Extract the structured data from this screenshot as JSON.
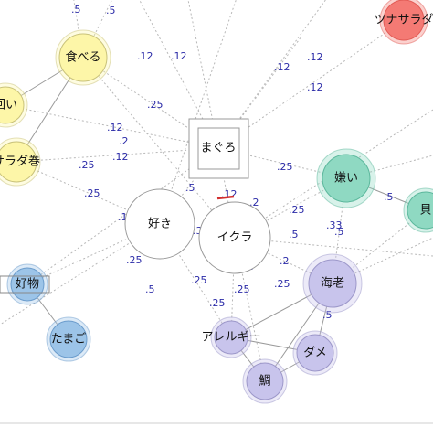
{
  "nodes": [
    {
      "id": "tsuna",
      "label": "ツナサラダ",
      "fill": "#f47a74",
      "stroke": "#e25b55"
    },
    {
      "id": "taberu",
      "label": "食べる",
      "fill": "#fdf6a8",
      "stroke": "#c9c27a"
    },
    {
      "id": "mawai",
      "label": "回い",
      "fill": "#fdf6a8",
      "stroke": "#c9c27a"
    },
    {
      "id": "saradamaki",
      "label": "サラダ巻",
      "fill": "#fdf6a8",
      "stroke": "#c9c27a"
    },
    {
      "id": "maguro",
      "label": "まぐろ",
      "fill": "#ffffff",
      "stroke": "#999999"
    },
    {
      "id": "kirai",
      "label": "嫌い",
      "fill": "#8fd9c2",
      "stroke": "#5bb79c"
    },
    {
      "id": "kai",
      "label": "貝",
      "fill": "#8fd9c2",
      "stroke": "#5bb79c"
    },
    {
      "id": "suki",
      "label": "好き",
      "fill": "#ffffff",
      "stroke": "#999999"
    },
    {
      "id": "ikura",
      "label": "イクラ",
      "fill": "#ffffff",
      "stroke": "#999999"
    },
    {
      "id": "koubutsu",
      "label": "好物",
      "fill": "#9cc4e8",
      "stroke": "#6b9ccc"
    },
    {
      "id": "tamago",
      "label": "たまご",
      "fill": "#9cc4e8",
      "stroke": "#6b9ccc"
    },
    {
      "id": "ebi",
      "label": "海老",
      "fill": "#c8c4ec",
      "stroke": "#9c97c9"
    },
    {
      "id": "allergy",
      "label": "アレルギー",
      "fill": "#c8c4ec",
      "stroke": "#9c97c9"
    },
    {
      "id": "dame",
      "label": "ダメ",
      "fill": "#c8c4ec",
      "stroke": "#9c97c9"
    },
    {
      "id": "tai",
      "label": "鯛",
      "fill": "#c8c4ec",
      "stroke": "#9c97c9"
    }
  ],
  "edges": [
    {
      "from": "taberu",
      "to": "mawai",
      "style": "solid",
      "label": ".5"
    },
    {
      "from": "taberu",
      "to": "saradamaki",
      "style": "solid",
      "label": ".5"
    },
    {
      "from": "koubutsu",
      "to": "tamago",
      "style": "solid",
      "label": ""
    },
    {
      "from": "ebi",
      "to": "allergy",
      "style": "solid",
      "label": ".5"
    },
    {
      "from": "ebi",
      "to": "dame",
      "style": "solid",
      "label": ".5"
    },
    {
      "from": "ebi",
      "to": "tai",
      "style": "solid",
      "label": ".5"
    },
    {
      "from": "allergy",
      "to": "dame",
      "style": "solid",
      "label": ""
    },
    {
      "from": "allergy",
      "to": "tai",
      "style": "solid",
      "label": ""
    },
    {
      "from": "dame",
      "to": "tai",
      "style": "solid",
      "label": ""
    },
    {
      "from": "kirai",
      "to": "kai",
      "style": "solid",
      "label": ".5"
    },
    {
      "from": "taberu",
      "to": "maguro",
      "style": "dotted",
      "label": ".12"
    },
    {
      "from": "maguro",
      "to": "tsuna",
      "style": "dotted",
      "label": ".12"
    },
    {
      "from": "maguro",
      "to": "kirai",
      "style": "dotted",
      "label": ".25"
    },
    {
      "from": "maguro",
      "to": "suki",
      "style": "dotted",
      "label": ".5"
    },
    {
      "from": "maguro",
      "to": "ikura",
      "style": "dotted",
      "label": ".5"
    },
    {
      "from": "suki",
      "to": "saradamaki",
      "style": "dotted",
      "label": ".25"
    },
    {
      "from": "suki",
      "to": "koubutsu",
      "style": "dotted",
      "label": ".25"
    },
    {
      "from": "suki",
      "to": "allergy",
      "style": "dotted",
      "label": ".25"
    },
    {
      "from": "ikura",
      "to": "ebi",
      "style": "dotted",
      "label": ".25"
    },
    {
      "from": "ikura",
      "to": "kirai",
      "style": "dotted",
      "label": ".25"
    },
    {
      "from": "ikura",
      "to": "tai",
      "style": "dotted",
      "label": ".25"
    },
    {
      "from": "ikura",
      "to": "allergy",
      "style": "dotted",
      "label": ".33"
    },
    {
      "from": "kirai",
      "to": "ebi",
      "style": "dotted",
      "label": ".33"
    },
    {
      "from": "saradamaki",
      "to": "maguro",
      "style": "dotted",
      "label": ".12"
    },
    {
      "from": "mawai",
      "to": "maguro",
      "style": "dotted",
      "label": ".12"
    },
    {
      "from": "koubutsu",
      "to": "maguro",
      "style": "dotted",
      "label": ".12"
    },
    {
      "from": "taberu",
      "to": "ikura",
      "style": "dotted",
      "label": ".12"
    },
    {
      "from": "kai",
      "to": "ebi",
      "style": "dotted",
      "label": ".5"
    }
  ],
  "floating_labels": [
    ".5",
    ".5",
    ".12",
    ".12",
    ".12",
    ".12",
    ".25",
    ".12",
    ".12",
    ".2",
    ".12",
    ".25",
    ".25",
    ".25",
    ".5",
    ".12",
    ".2",
    ".25",
    ".12",
    ".33",
    ".12",
    ".12",
    ".2",
    ".25",
    ".5",
    ".25",
    ".25",
    ".25",
    ".33",
    ".5",
    ".12",
    ".25",
    ".5",
    ".5",
    ".5"
  ]
}
